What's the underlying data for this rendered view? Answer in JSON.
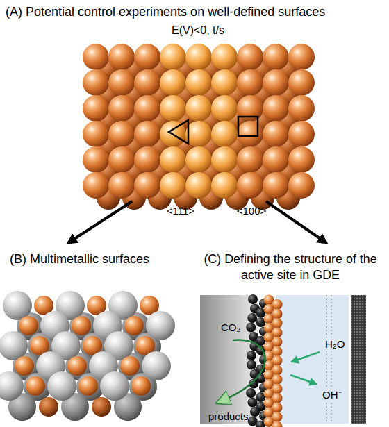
{
  "diagram": {
    "labels": [
      "(A) Potential control experiments on well-defined surfaces",
      "E(V)<0, t/s",
      "<111>",
      "<100>",
      "(B) Multimetallic surfaces",
      "(C) Defining the structure of the active site in GDE",
      "CO₂",
      "H₂O",
      "OH⁻",
      "products"
    ]
  }
}
